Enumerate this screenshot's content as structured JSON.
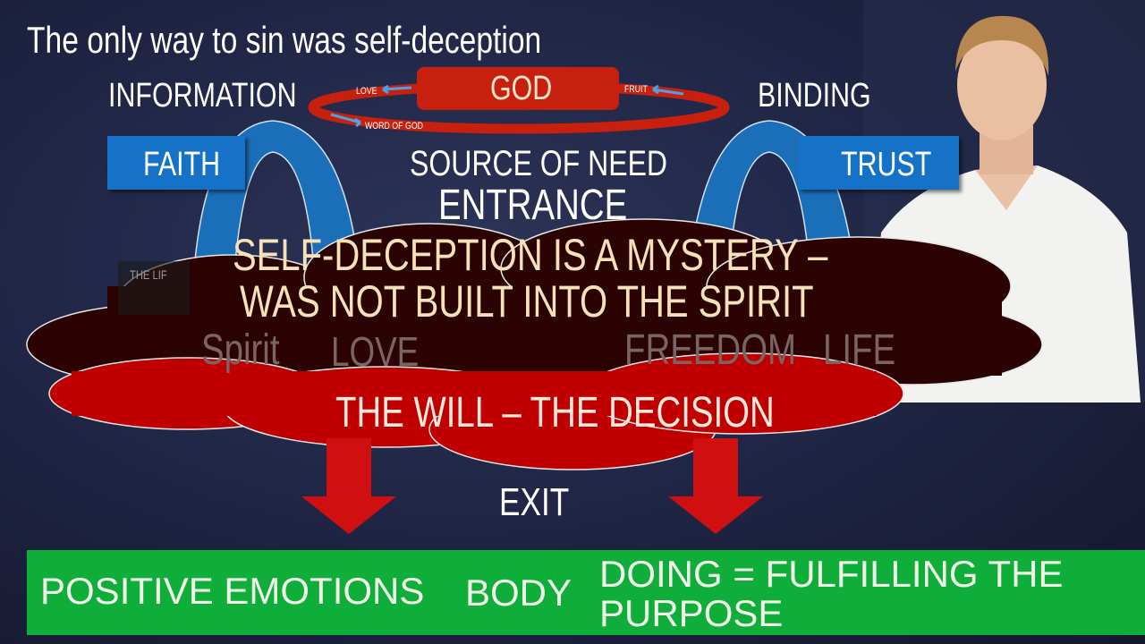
{
  "title": "The only way to sin was self-deception",
  "labels": {
    "information": "INFORMATION",
    "binding": "BINDING",
    "faith": "FAITH",
    "trust": "TRUST",
    "god": "GOD",
    "love_small": "LOVE",
    "word_of_god": "WORD OF GOD",
    "fruit": "FRUIT",
    "source_of_need": "SOURCE OF NEED",
    "entrance": "ENTRANCE",
    "the_life": "THE LIF",
    "spirit": "Spirit",
    "love": "LOVE",
    "freedom": "FREEDOM",
    "life": "LIFE",
    "mystery_line1": "SELF-DECEPTION IS A MYSTERY –",
    "mystery_line2": "WAS NOT BUILT INTO THE SPIRIT",
    "will": "THE WILL – THE DECISION",
    "exit": "EXIT"
  },
  "bottom_bar": {
    "positive_emotions": "POSITIVE EMOTIONS",
    "body": "BODY",
    "doing": "DOING = FULFILLING THE PURPOSE"
  },
  "colors": {
    "red": "#c8200e",
    "blue": "#1672c6",
    "green": "#0fae3a",
    "cream": "#f6e2b8",
    "dark_cloud": "#2b0303"
  }
}
